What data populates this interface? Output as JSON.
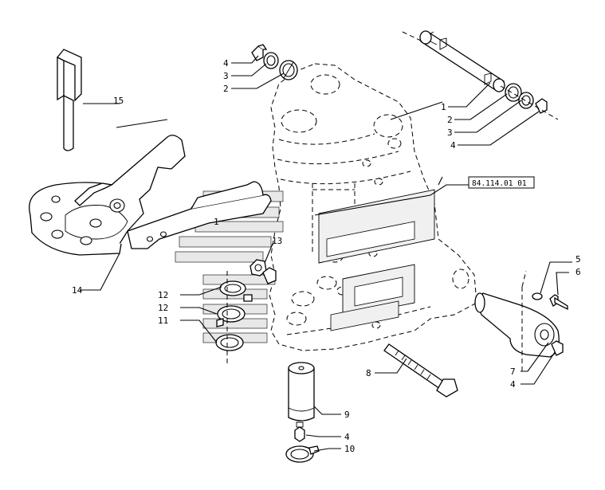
{
  "labels": {
    "l1_left": "1",
    "l2_left": "2",
    "l3_left": "3",
    "l4_left": "4",
    "l1_right": "1",
    "l2_right": "2",
    "l3_right": "3",
    "l4_right": "4",
    "l5": "5",
    "l6": "6",
    "l7": "7",
    "l4_low": "4",
    "l8": "8",
    "l9": "9",
    "l10": "10",
    "l11": "11",
    "l12a": "12",
    "l12b": "12",
    "l13": "13",
    "l14": "14",
    "l15": "15"
  },
  "reference_box": "84.114.01 01"
}
